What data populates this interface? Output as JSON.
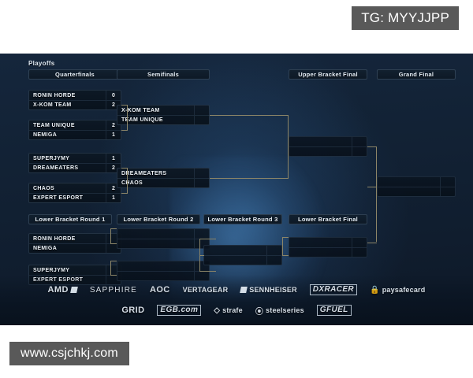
{
  "overlay": {
    "tg_chip": "TG: MYYJJPP",
    "url_chip": "www.csjchkj.com"
  },
  "bracket": {
    "section_title": "Playoffs",
    "upper_round_headers": [
      {
        "label": "Quarterfinals"
      },
      {
        "label": "Semifinals"
      },
      {
        "label": "Upper Bracket Final"
      },
      {
        "label": "Grand Final"
      }
    ],
    "lower_round_headers": [
      {
        "label": "Lower Bracket Round 1"
      },
      {
        "label": "Lower Bracket Round 2"
      },
      {
        "label": "Lower Bracket Round 3"
      },
      {
        "label": "Lower Bracket Final"
      }
    ],
    "quarterfinals": [
      {
        "top": {
          "team": "RONIN HORDE",
          "score": "0"
        },
        "bottom": {
          "team": "X-KOM TEAM",
          "score": "2"
        }
      },
      {
        "top": {
          "team": "TEAM UNIQUE",
          "score": "2"
        },
        "bottom": {
          "team": "NEMIGA",
          "score": "1"
        }
      },
      {
        "top": {
          "team": "SUPERJYMY",
          "score": "1"
        },
        "bottom": {
          "team": "DREAMEATERS",
          "score": "2"
        }
      },
      {
        "top": {
          "team": "CHAOS",
          "score": "2"
        },
        "bottom": {
          "team": "EXPERT ESPORT",
          "score": "1"
        }
      }
    ],
    "semifinals": [
      {
        "top": {
          "team": "X-KOM TEAM",
          "score": ""
        },
        "bottom": {
          "team": "TEAM UNIQUE",
          "score": ""
        }
      },
      {
        "top": {
          "team": "DREAMEATERS",
          "score": ""
        },
        "bottom": {
          "team": "CHAOS",
          "score": ""
        }
      }
    ],
    "upper_bracket_final": {
      "top": {
        "team": "",
        "score": ""
      },
      "bottom": {
        "team": "",
        "score": ""
      }
    },
    "grand_final": {
      "top": {
        "team": "",
        "score": ""
      },
      "bottom": {
        "team": "",
        "score": ""
      }
    },
    "lower_round_1": [
      {
        "top": {
          "team": "RONIN HORDE",
          "score": ""
        },
        "bottom": {
          "team": "NEMIGA",
          "score": ""
        }
      },
      {
        "top": {
          "team": "SUPERJYMY",
          "score": ""
        },
        "bottom": {
          "team": "EXPERT ESPORT",
          "score": ""
        }
      }
    ],
    "lower_round_2": [
      {
        "top": {
          "team": "",
          "score": ""
        },
        "bottom": {
          "team": "",
          "score": ""
        }
      },
      {
        "top": {
          "team": "",
          "score": ""
        },
        "bottom": {
          "team": "",
          "score": ""
        }
      }
    ],
    "lower_round_3": [
      {
        "top": {
          "team": "",
          "score": ""
        },
        "bottom": {
          "team": "",
          "score": ""
        }
      }
    ],
    "lower_bracket_final": {
      "top": {
        "team": "",
        "score": ""
      },
      "bottom": {
        "team": "",
        "score": ""
      }
    },
    "colors": {
      "connector": "#8d8668",
      "panel_background": "#122235",
      "box_background": "#0b1521",
      "text": "#eef4fa",
      "chip_background": "#595959"
    }
  },
  "sponsors": {
    "row1": [
      {
        "name": "AMD"
      },
      {
        "name": "SAPPHIRE"
      },
      {
        "name": "AOC"
      },
      {
        "name": "VERTAGEAR"
      },
      {
        "name": "SENNHEISER"
      },
      {
        "name": "DXRACER"
      },
      {
        "name": "paysafecard"
      }
    ],
    "row2": [
      {
        "name": "GRID"
      },
      {
        "name": "EGB.com"
      },
      {
        "name": "strafe"
      },
      {
        "name": "steelseries"
      },
      {
        "name": "GFUEL"
      }
    ]
  }
}
